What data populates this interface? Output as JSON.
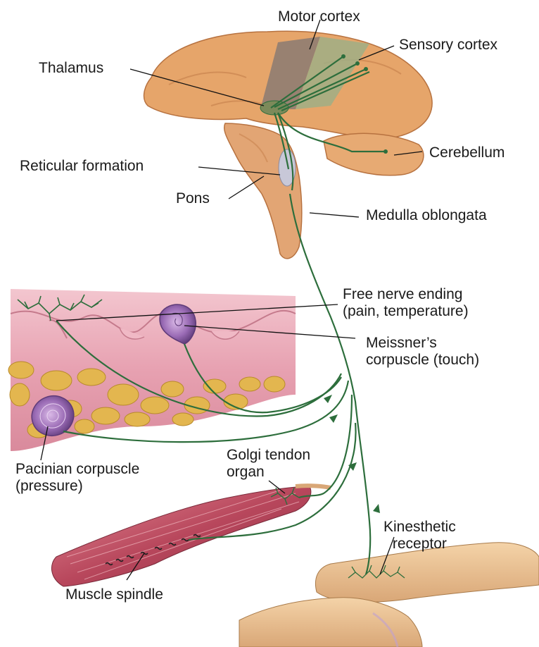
{
  "labels": {
    "motor_cortex": "Motor cortex",
    "sensory_cortex": "Sensory cortex",
    "thalamus": "Thalamus",
    "cerebellum": "Cerebellum",
    "reticular_formation": "Reticular formation",
    "pons": "Pons",
    "medulla_oblongata": "Medulla oblongata",
    "free_nerve_ending": {
      "line1": "Free nerve ending",
      "line2": "(pain, temperature)"
    },
    "meissners_corpuscle": {
      "line1": "Meissner’s",
      "line2": "corpuscle (touch)"
    },
    "golgi_tendon_organ": {
      "line1": "Golgi tendon",
      "line2": "organ"
    },
    "pacinian_corpuscle": {
      "line1": "Pacinian corpuscle",
      "line2": "(pressure)"
    },
    "kinesthetic_receptor": {
      "line1": "Kinesthetic",
      "line2": "receptor"
    },
    "muscle_spindle": "Muscle spindle"
  },
  "colors": {
    "brain": "#e6a56a",
    "brain_shadow": "#c97d45",
    "motor_band": "#8a7a72",
    "sensory_band": "#9fae85",
    "nerve": "#2d6e3c",
    "skin": "#e8a7b4",
    "fat": "#e3b64f",
    "corpuscle": "#9a6bb5",
    "muscle": "#b94b5e"
  }
}
